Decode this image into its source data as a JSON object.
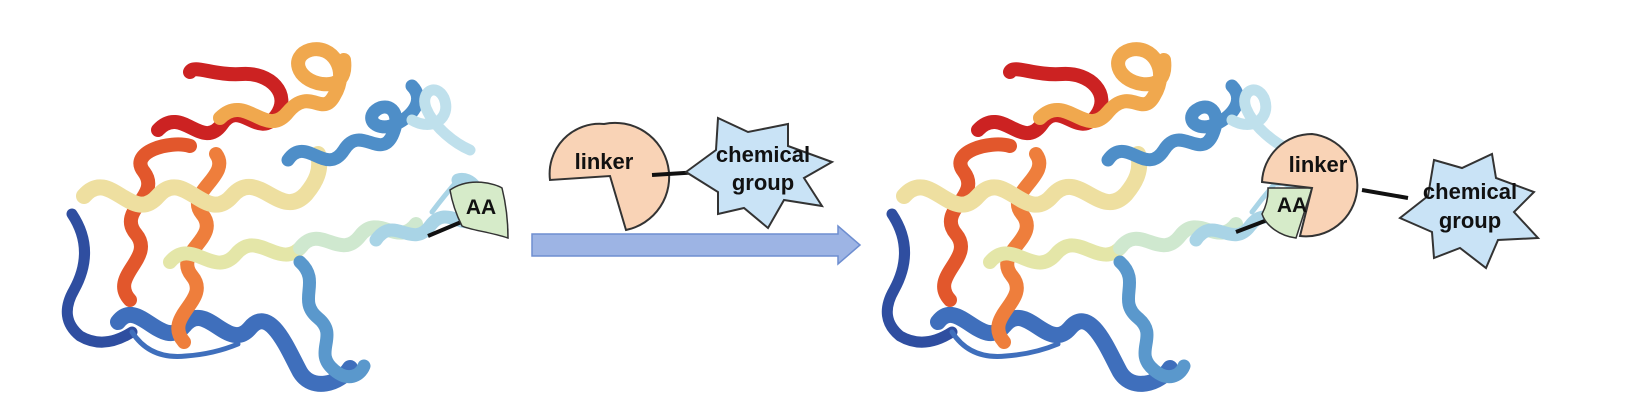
{
  "labels": {
    "aa_left": "AA",
    "linker_left": "linker",
    "chem_left_line1": "chemical",
    "chem_left_line2": "group",
    "linker_right": "linker",
    "aa_right": "AA",
    "chem_right_line1": "chemical",
    "chem_right_line2": "group"
  },
  "colors": {
    "linker_fill": "#f9d3b6",
    "aa_fill": "#d6ebc9",
    "chemical_fill": "#c9e3f6",
    "arrow_fill": "#9db4e4",
    "arrow_stroke": "#6e8ed0",
    "helix_dark_blue": "#2f4ea0",
    "helix_blue": "#4e8ec8",
    "helix_light_blue": "#a9d4e6",
    "helix_mint": "#cfe8cf",
    "helix_yellow": "#eedfa0",
    "helix_orange": "#ee7e3c",
    "helix_red": "#cc2222"
  }
}
